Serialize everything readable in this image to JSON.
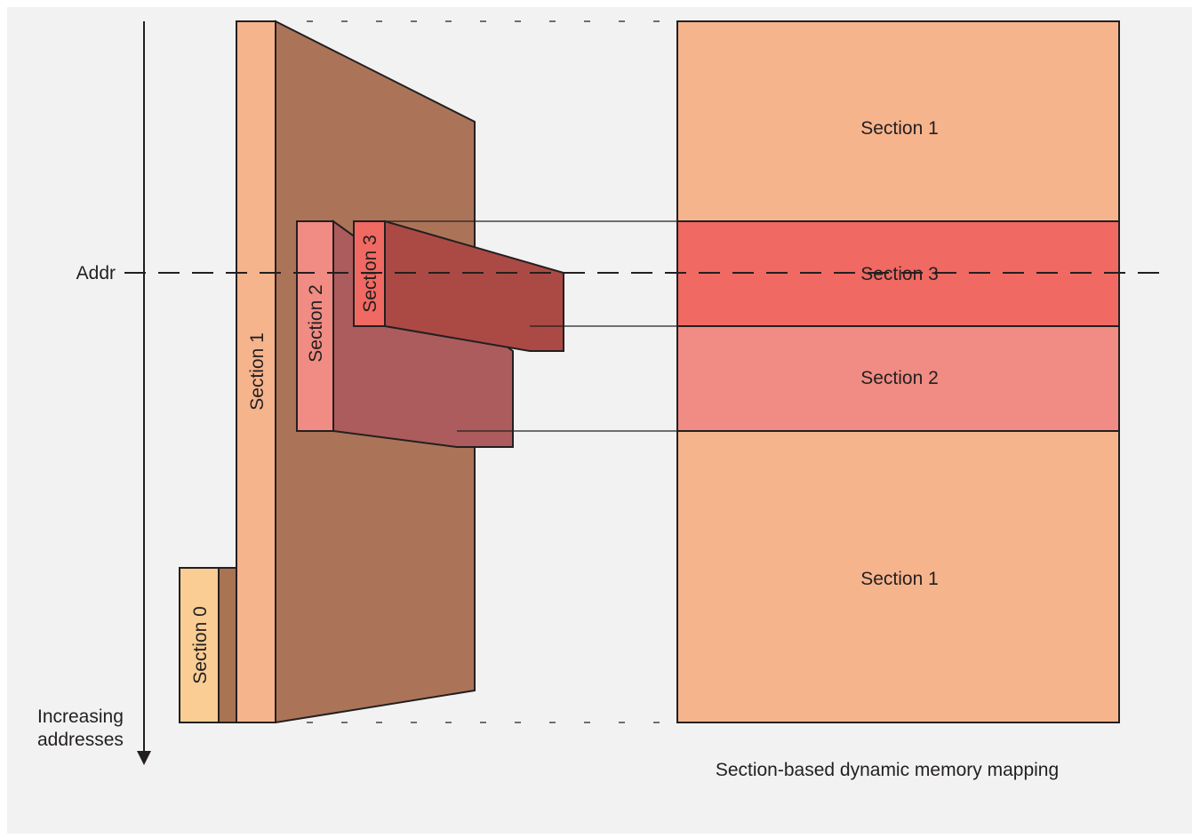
{
  "axis": {
    "marker_label": "Addr",
    "direction_label_line1": "Increasing",
    "direction_label_line2": "addresses"
  },
  "stack": {
    "section0": "Section 0",
    "section1": "Section 1",
    "section2": "Section 2",
    "section3": "Section 3"
  },
  "map": {
    "top": "Section 1",
    "s3": "Section 3",
    "s2": "Section 2",
    "bottom": "Section 1"
  },
  "caption": "Section-based dynamic memory mapping",
  "colors": {
    "background": "#f2f2f2",
    "section0": "#f9cd93",
    "section1": "#f6b48d",
    "section2": "#f08c83",
    "section3": "#f06962",
    "panel1": "#ab7458",
    "panel2": "#ac5c5c",
    "panel3": "#ab4a44",
    "panel0": "#a87452",
    "stroke": "#231f20"
  }
}
